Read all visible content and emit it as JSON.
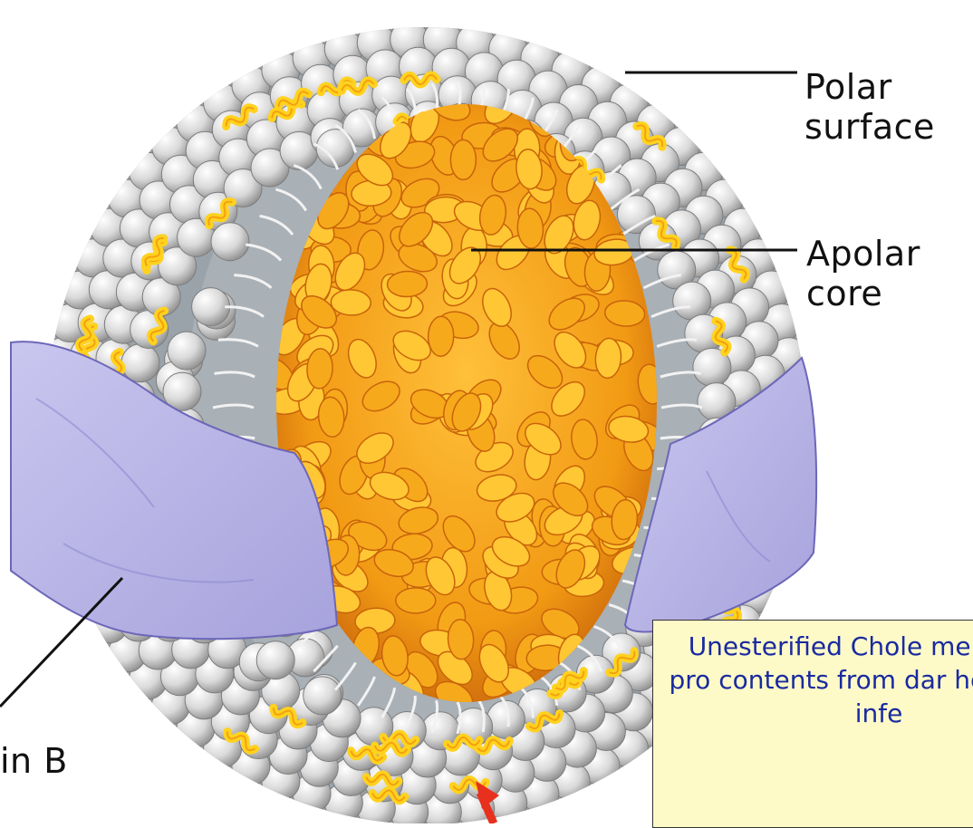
{
  "labels": {
    "polar_surface": "Polar\nsurface",
    "apolar_core": "Apolar\ncore",
    "apolipoprotein": "in B"
  },
  "callout": {
    "text": "Unesterified Chole membrane pro contents from dar helps fight infe"
  },
  "colors": {
    "core": "#f4a21a",
    "core_dark": "#c8640a",
    "phospholipid_head": "#d8d8d8",
    "cholesterol": "#ffd21e",
    "protein": "#b9b5e6",
    "callout_bg": "#fefac8",
    "callout_text": "#1a2aa0",
    "arrow": "#e8301e"
  }
}
